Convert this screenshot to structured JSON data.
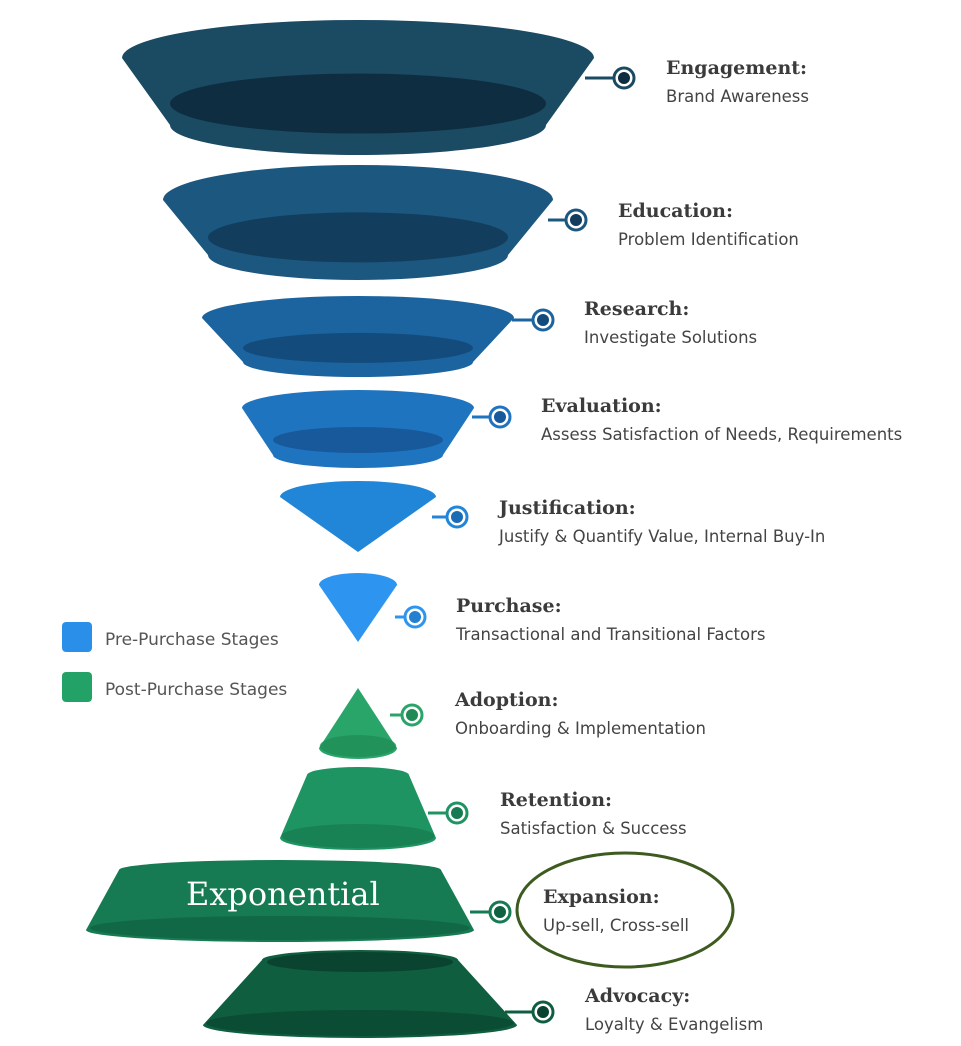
{
  "stages": [
    {
      "title": "Engagement:",
      "subtitle": "Brand Awareness",
      "group": "pre",
      "color": "#1b4a63",
      "dark": "#0f2d40"
    },
    {
      "title": "Education:",
      "subtitle": "Problem Identification",
      "group": "pre",
      "color": "#1c5780",
      "dark": "#123d5c"
    },
    {
      "title": "Research:",
      "subtitle": "Investigate Solutions",
      "group": "pre",
      "color": "#1b64a0",
      "dark": "#134b7c"
    },
    {
      "title": "Evaluation:",
      "subtitle": "Assess Satisfaction of Needs, Requirements",
      "group": "pre",
      "color": "#1f74bf",
      "dark": "#17599a"
    },
    {
      "title": "Justification:",
      "subtitle": "Justify & Quantify Value, Internal Buy-In",
      "group": "pre",
      "color": "#2286d8",
      "dark": "#1a6cb5"
    },
    {
      "title": "Purchase:",
      "subtitle": "Transactional and Transitional Factors",
      "group": "pre",
      "color": "#2d95f0",
      "dark": "#2380d0"
    },
    {
      "title": "Adoption:",
      "subtitle": "Onboarding & Implementation",
      "group": "post",
      "color": "#2aa56a",
      "dark": "#1f8a56"
    },
    {
      "title": "Retention:",
      "subtitle": "Satisfaction & Success",
      "group": "post",
      "color": "#1f9463",
      "dark": "#177a50"
    },
    {
      "title": "Expansion:",
      "subtitle": "Up-sell, Cross-sell",
      "group": "post",
      "color": "#167a52",
      "dark": "#0f6142"
    },
    {
      "title": "Advocacy:",
      "subtitle": "Loyalty & Evangelism",
      "group": "post",
      "color": "#0f5e3f",
      "dark": "#0a4430"
    }
  ],
  "legend": [
    {
      "label": "Pre-Purchase Stages",
      "color": "#2a8fe8"
    },
    {
      "label": "Post-Purchase Stages",
      "color": "#22a266"
    }
  ],
  "annotation": {
    "text": "Exponential",
    "highlight_color": "#3d5a1f"
  }
}
